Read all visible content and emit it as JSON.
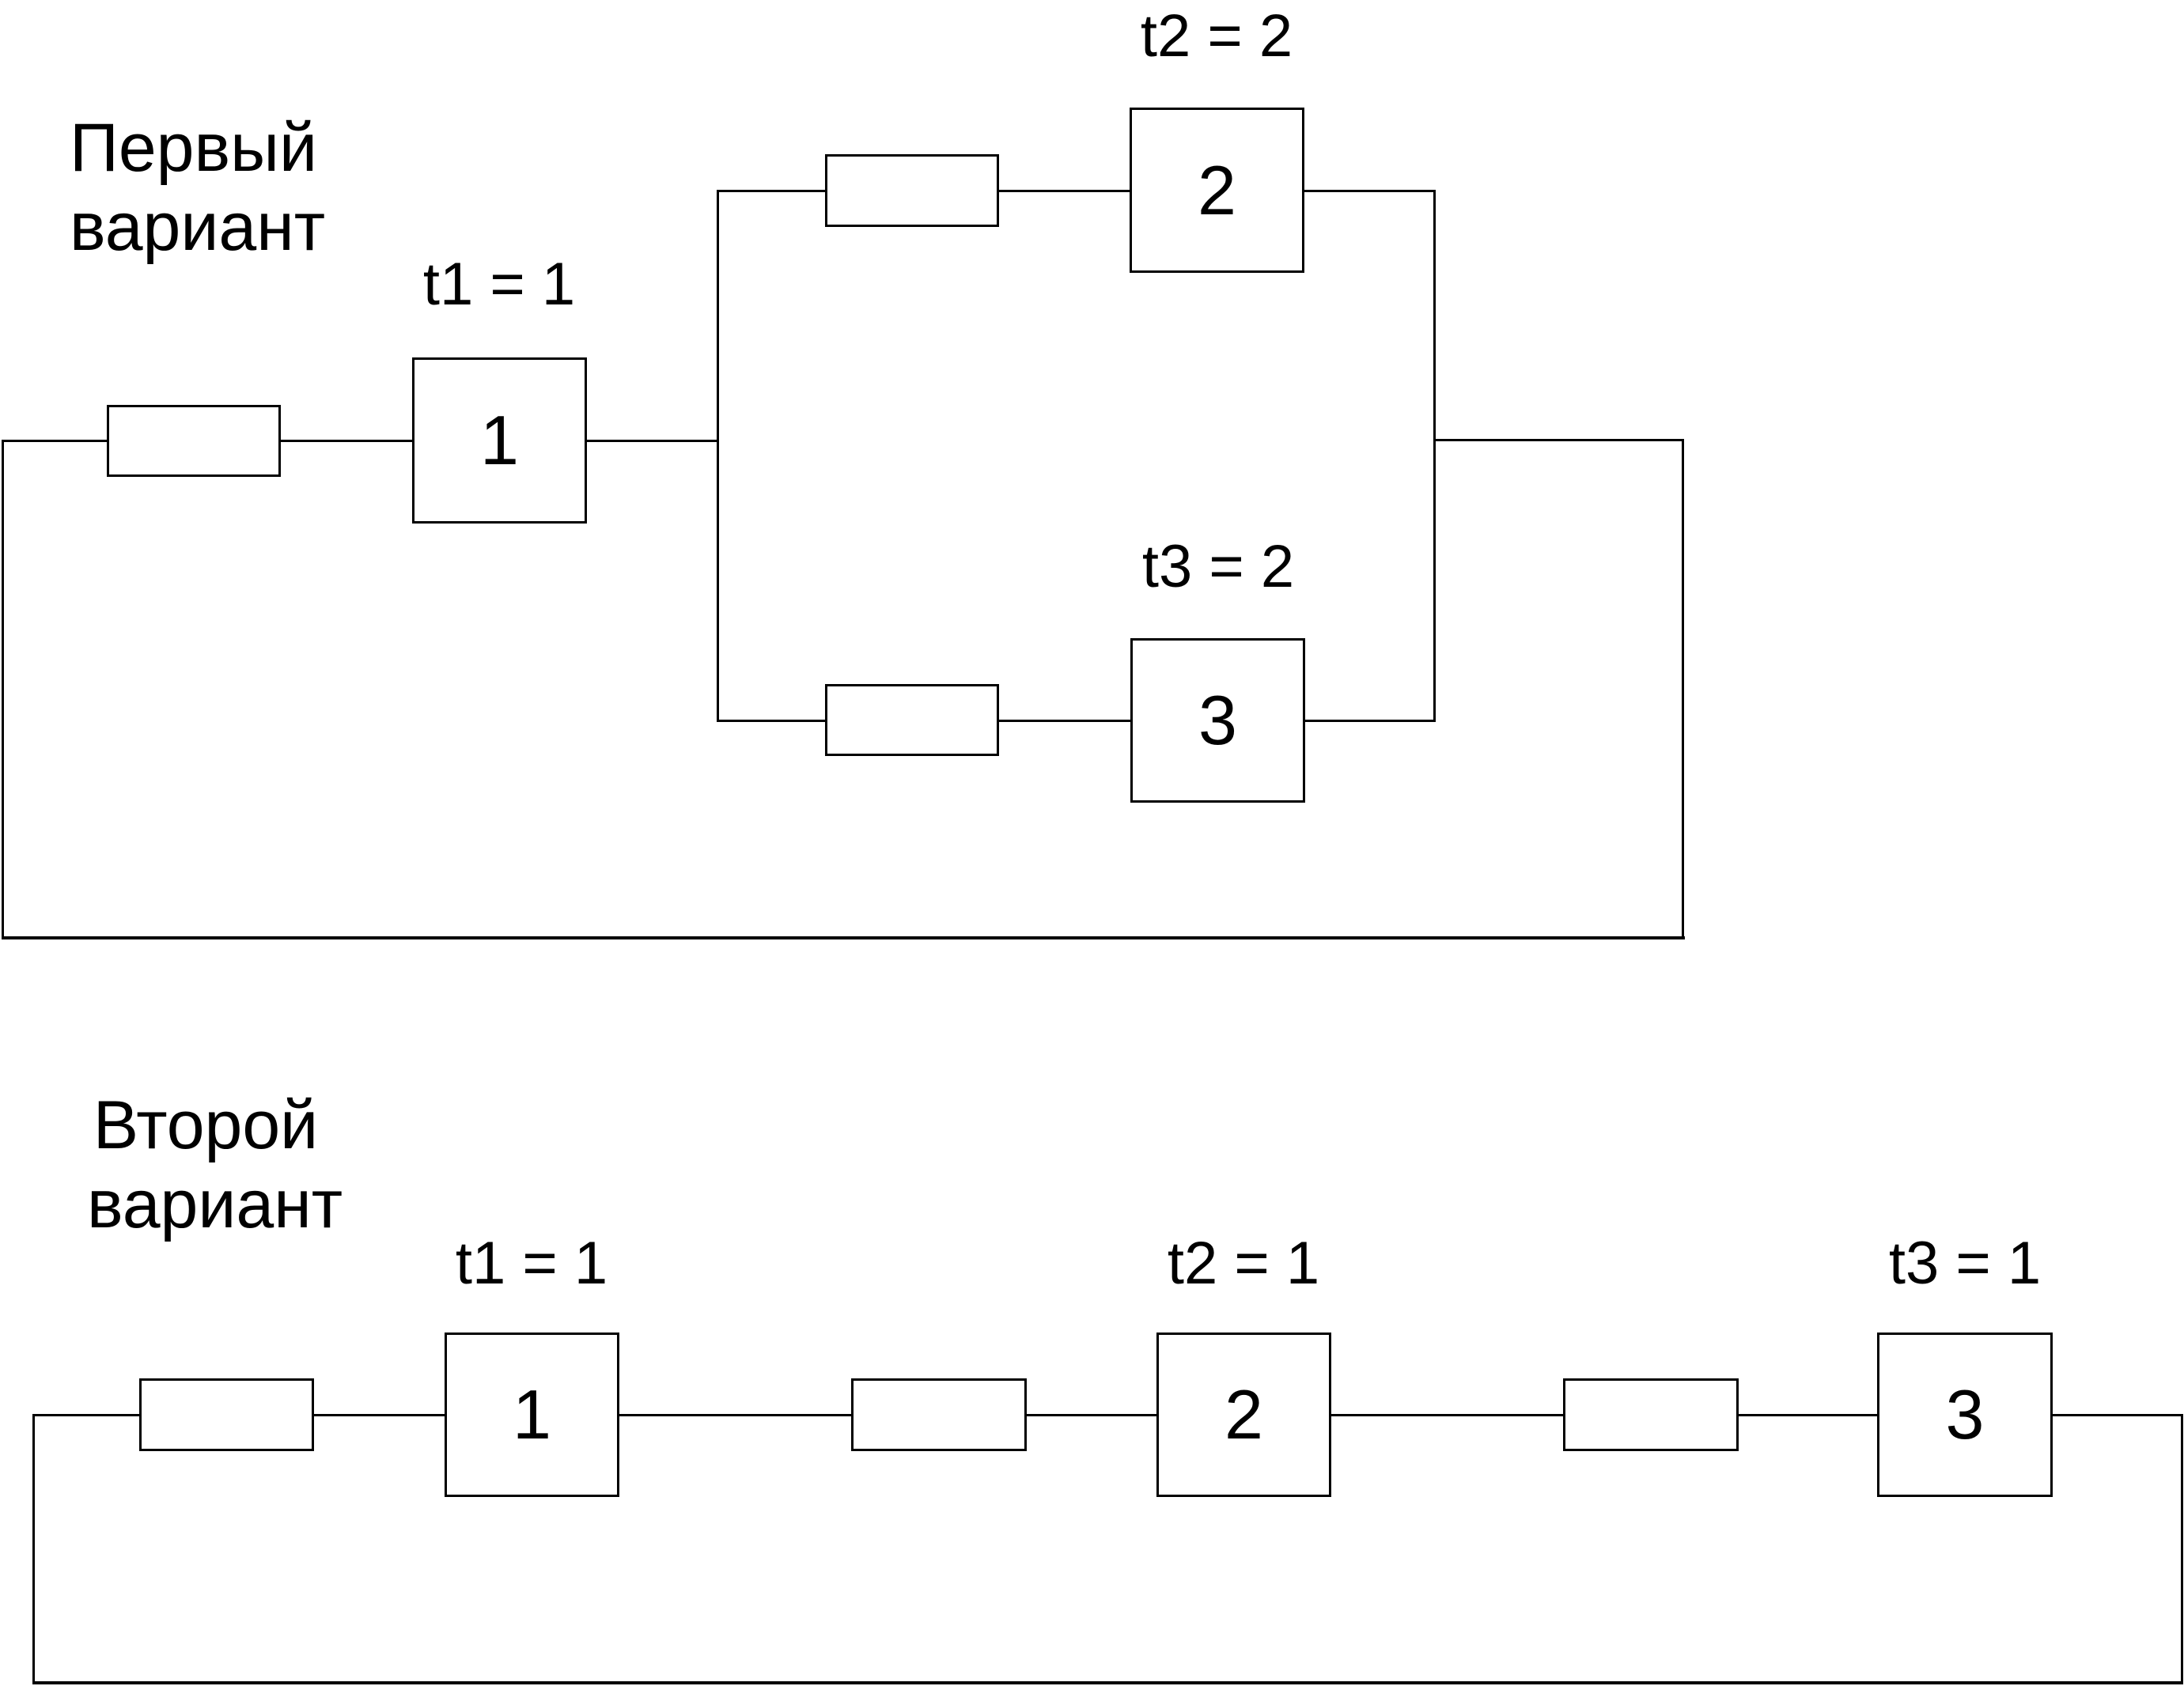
{
  "page": {
    "background_color": "#ffffff",
    "line_color": "#000000"
  },
  "diagram": {
    "variant1": {
      "title_line1": "Первый",
      "title_line2": "вариант",
      "topology": "block 1 in series, blocks 2 and 3 in parallel branches",
      "blocks": [
        {
          "id": "1",
          "time_label": "t1 = 1"
        },
        {
          "id": "2",
          "time_label": "t2 = 2"
        },
        {
          "id": "3",
          "time_label": "t3 = 2"
        }
      ]
    },
    "variant2": {
      "title_line1": "Второй",
      "title_line2": "вариант",
      "topology": "blocks 1, 2, 3 in series",
      "blocks": [
        {
          "id": "1",
          "time_label": "t1 = 1"
        },
        {
          "id": "2",
          "time_label": "t2 = 1"
        },
        {
          "id": "3",
          "time_label": "t3 = 1"
        }
      ]
    }
  }
}
